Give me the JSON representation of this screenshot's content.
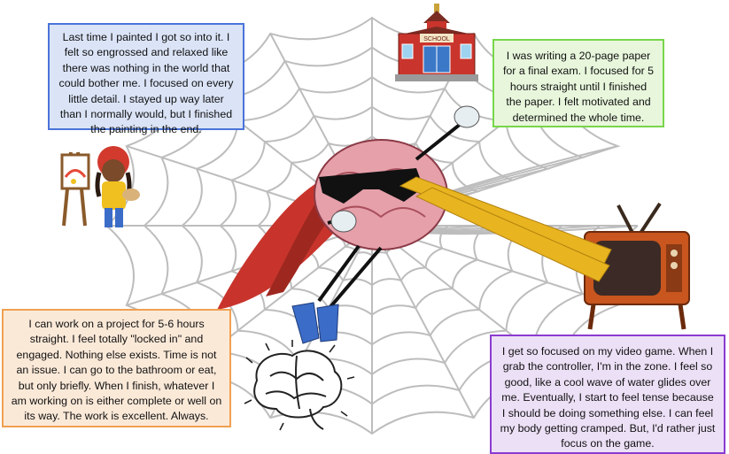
{
  "school_sign": "SCHOOL",
  "stories": {
    "painting": "Last time I painted I got so into it. I felt so engrossed and relaxed like there was nothing in the world that could bother me. I focused on every little detail. I stayed up way later than I normally would, but I finished the painting in the end.",
    "paper": "I was writing a 20-page paper for a final exam. I focused for 5 hours straight until I finished the paper. I felt motivated and determined the whole time.",
    "project": "I can work on a project for 5-6 hours straight. I feel totally \"locked in\" and engaged. Nothing else exists. Time is not an issue. I can go to the bathroom or eat, but only briefly. When I finish, whatever I am working on is either complete or well on its way. The work is excellent. Always.",
    "videogame": "I get so focused on my video game. When I grab the controller, I'm in the zone. I feel so good, like a cool wave of water glides over me. Eventually, I start to feel tense because I should be doing something else. I can feel my body getting cramped. But, I'd rather just focus on the game."
  },
  "icons": [
    "spider-web-icon",
    "super-brain-icon",
    "school-icon",
    "painter-girl-icon",
    "television-icon",
    "brain-outline-icon"
  ],
  "colors": {
    "painting_border": "#4a74d8",
    "painting_fill": "#dbe4f7",
    "paper_border": "#77d64a",
    "paper_fill": "#e8f7dc",
    "project_border": "#f0a050",
    "project_fill": "#fbe9d8",
    "videogame_border": "#8a3bd0",
    "videogame_fill": "#ece0f6",
    "brain": "#e6a0aa",
    "cape": "#c8342c",
    "beam": "#e8b420"
  }
}
